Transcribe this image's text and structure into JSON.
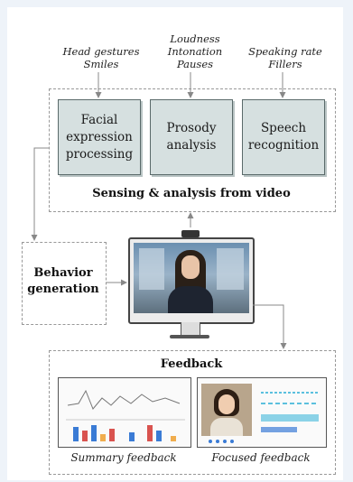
{
  "top_labels": {
    "facial": [
      "Head gestures",
      "Smiles"
    ],
    "prosody": [
      "Loudness",
      "Intonation",
      "Pauses"
    ],
    "speech": [
      "Speaking rate",
      "Fillers"
    ]
  },
  "boxes": {
    "facial": "Facial expression processing",
    "prosody": "Prosody analysis",
    "speech": "Speech recognition"
  },
  "sensing_caption": "Sensing & analysis from video",
  "behavior_caption": "Behavior generation",
  "feedback": {
    "title": "Feedback",
    "summary_caption": "Summary feedback",
    "focused_caption": "Focused feedback"
  },
  "colors": {
    "box_fill": "#d6e0e0",
    "bar_red": "#d9534f",
    "bar_blue": "#3a7bd5",
    "bar_orange": "#f0ad4e",
    "accent_cyan": "#5bc0de"
  }
}
